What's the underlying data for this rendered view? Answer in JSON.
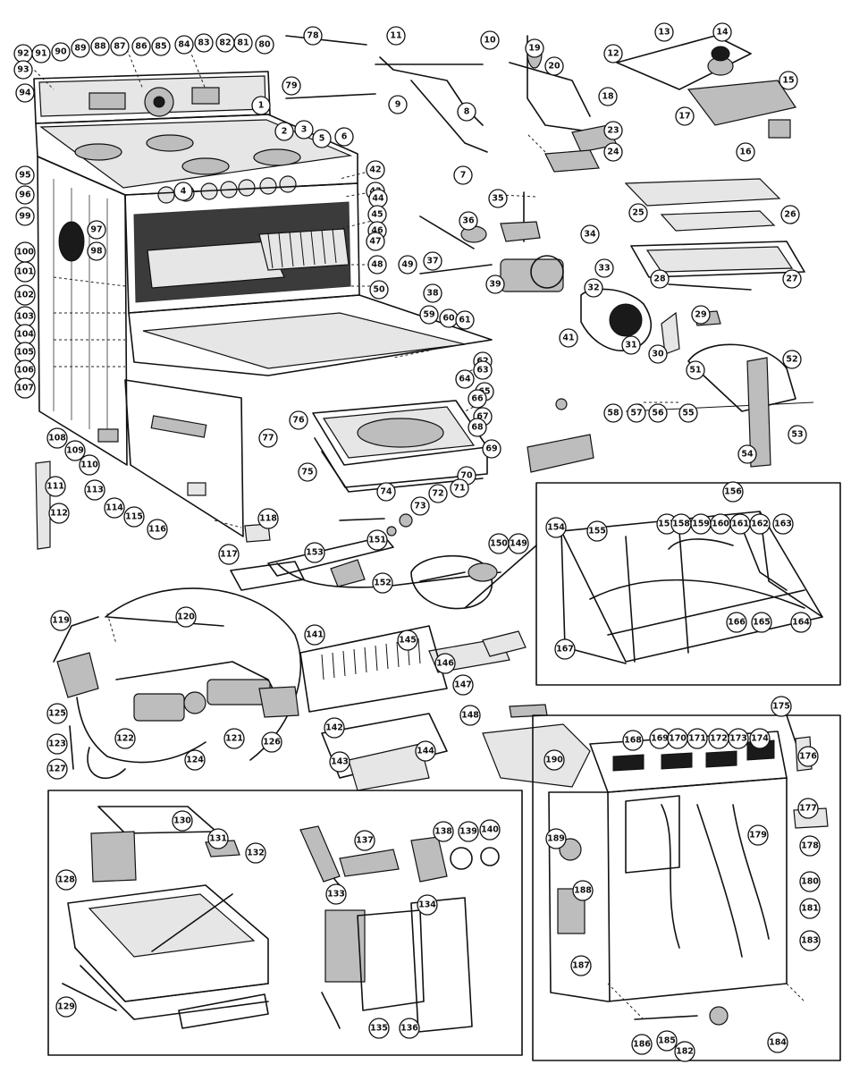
{
  "diagram": {
    "type": "exploded parts diagram",
    "callouts": [
      "1",
      "2",
      "3",
      "4",
      "5",
      "6",
      "7",
      "8",
      "9",
      "10",
      "11",
      "12",
      "13",
      "14",
      "15",
      "16",
      "17",
      "18",
      "19",
      "20",
      "23",
      "24",
      "25",
      "26",
      "27",
      "28",
      "29",
      "30",
      "31",
      "32",
      "33",
      "34",
      "35",
      "36",
      "37",
      "38",
      "39",
      "41",
      "42",
      "43",
      "44",
      "45",
      "46",
      "47",
      "48",
      "49",
      "50",
      "51",
      "52",
      "53",
      "54",
      "55",
      "56",
      "57",
      "58",
      "59",
      "60",
      "61",
      "62",
      "63",
      "64",
      "65",
      "66",
      "67",
      "68",
      "69",
      "70",
      "71",
      "72",
      "73",
      "74",
      "75",
      "76",
      "77",
      "78",
      "79",
      "80",
      "81",
      "82",
      "83",
      "84",
      "85",
      "86",
      "87",
      "88",
      "89",
      "90",
      "91",
      "92",
      "93",
      "94",
      "95",
      "96",
      "97",
      "98",
      "99",
      "100",
      "101",
      "102",
      "103",
      "104",
      "105",
      "106",
      "107",
      "108",
      "109",
      "110",
      "111",
      "112",
      "113",
      "114",
      "115",
      "116",
      "117",
      "118",
      "119",
      "120",
      "121",
      "122",
      "123",
      "124",
      "125",
      "126",
      "127",
      "128",
      "129",
      "130",
      "131",
      "132",
      "133",
      "134",
      "135",
      "136",
      "137",
      "138",
      "139",
      "140",
      "141",
      "142",
      "143",
      "144",
      "145",
      "146",
      "147",
      "148",
      "149",
      "150",
      "151",
      "152",
      "153",
      "154",
      "155",
      "156",
      "157",
      "158",
      "159",
      "160",
      "161",
      "162",
      "163",
      "164",
      "165",
      "166",
      "167",
      "168",
      "169",
      "170",
      "171",
      "172",
      "173",
      "174",
      "175",
      "176",
      "177",
      "178",
      "179",
      "180",
      "181",
      "182",
      "183",
      "184",
      "185",
      "186",
      "187",
      "188",
      "189",
      "190"
    ]
  }
}
